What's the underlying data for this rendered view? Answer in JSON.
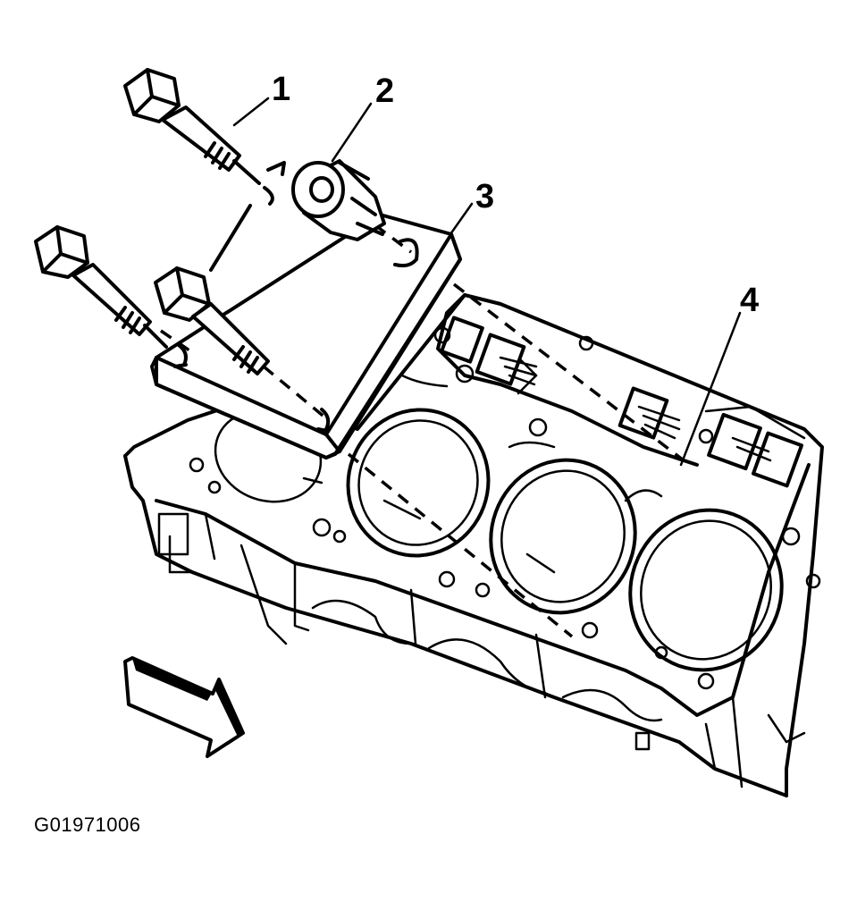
{
  "figure_id": "G01971006",
  "callouts": {
    "c1": "1",
    "c2": "2",
    "c3": "3",
    "c4": "4"
  },
  "icons": {
    "direction_arrow": "front-direction-arrow-icon"
  },
  "colors": {
    "ink": "#000000",
    "paper": "#ffffff"
  }
}
